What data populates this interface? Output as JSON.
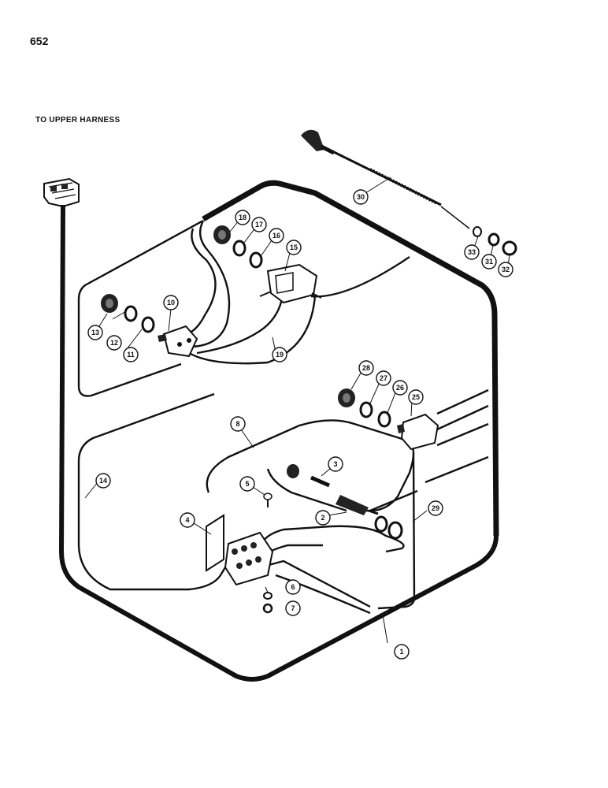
{
  "page_number": "652",
  "caption": "TO UPPER HARNESS",
  "callouts": {
    "c1": "1",
    "c2": "2",
    "c3": "3",
    "c4": "4",
    "c5": "5",
    "c6": "6",
    "c7": "7",
    "c8": "8",
    "c10": "10",
    "c11": "11",
    "c12": "12",
    "c13": "13",
    "c14": "14",
    "c15": "15",
    "c16": "16",
    "c17": "17",
    "c18": "18",
    "c19": "19",
    "c25": "25",
    "c26": "26",
    "c27": "27",
    "c28": "28",
    "c29": "29",
    "c30": "30",
    "c31": "31",
    "c32": "32",
    "c33": "33"
  }
}
